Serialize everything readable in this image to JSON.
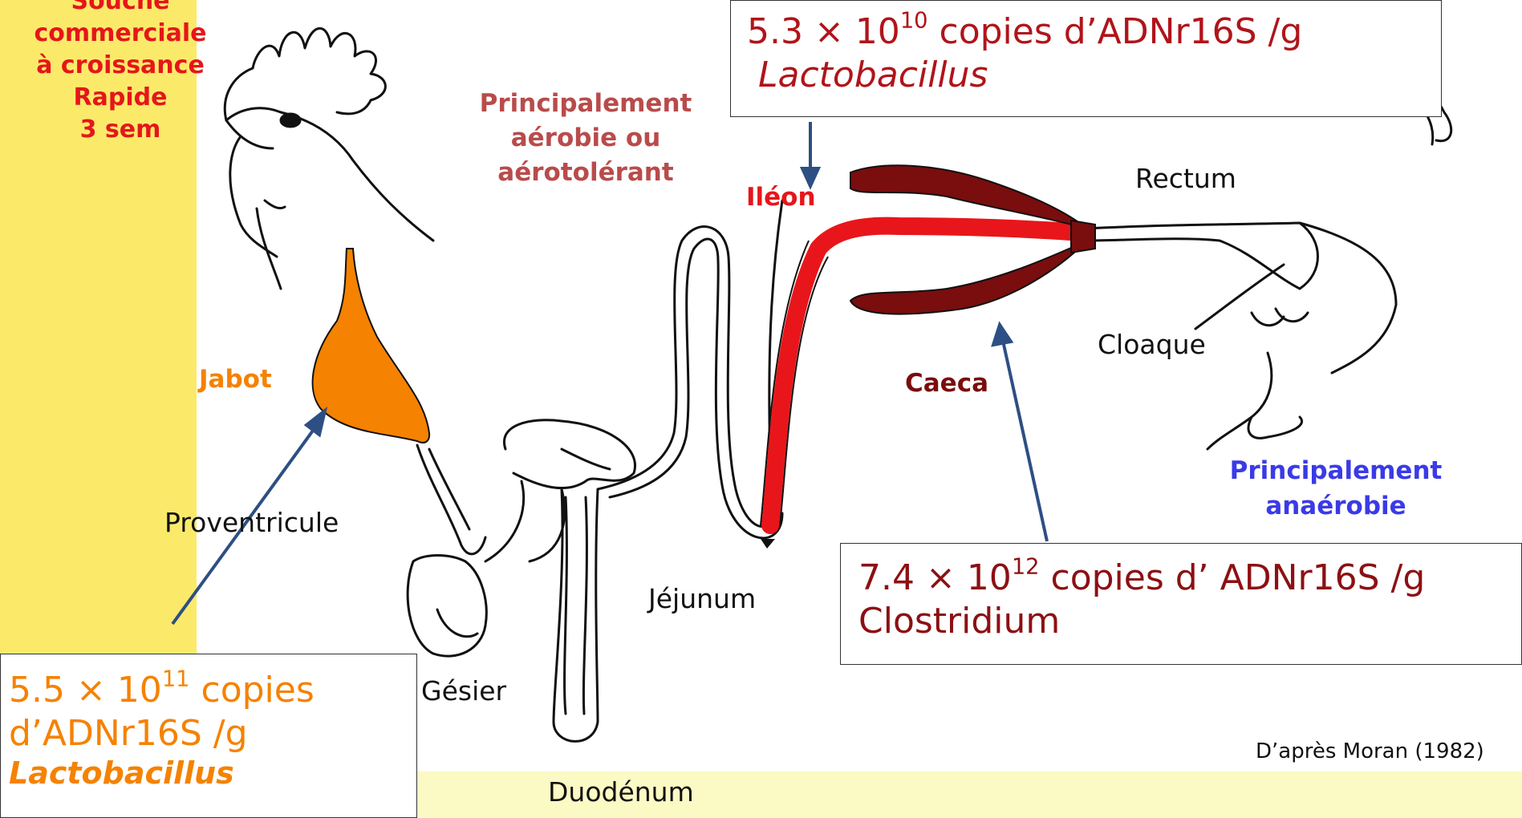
{
  "strain": [
    "Souche",
    "commerciale",
    "à croissance",
    "Rapide",
    "3 sem"
  ],
  "aerobic": [
    "Principalement",
    "aérobie ou",
    "aérotolérant"
  ],
  "anaerobic": [
    "Principalement",
    "anaérobie"
  ],
  "organs": {
    "jabot": "Jabot",
    "proventricule": "Proventricule",
    "gesier": "Gésier",
    "duodenum": "Duodénum",
    "jejunum": "Jéjunum",
    "ileon": "Iléon",
    "caeca": "Caeca",
    "rectum": "Rectum",
    "cloaque": "Cloaque"
  },
  "box_ileon": {
    "coef": "5.3 × 10",
    "exp": "10",
    "rest": " copies d’ADNr16S /g",
    "taxon": "Lactobacillus"
  },
  "box_caeca": {
    "coef": "7.4 × 10",
    "exp": "12",
    "rest": " copies d’ ADNr16S /g",
    "taxon": "Clostridium"
  },
  "box_jabot": {
    "coef": "5.5 × 10",
    "exp": "11",
    "rest": " copies",
    "line2": "d’ADNr16S /g",
    "taxon": "Lactobacillus"
  },
  "credit": "D’après Moran (1982)",
  "colors": {
    "crop": "#f58200",
    "ileum": "#e8161a",
    "caeca": "#7a0d0d",
    "arrow": "#2d4f83",
    "strain_text": "#e5161a",
    "aerobic_text": "#b94b4b",
    "anaerobic_text": "#3a3ae8"
  }
}
